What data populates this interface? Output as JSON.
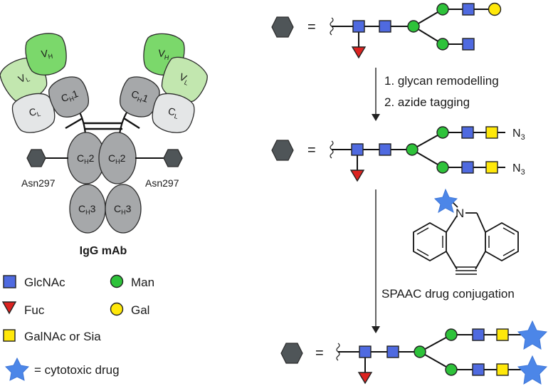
{
  "antibody": {
    "domains": {
      "vh": "VH",
      "vl": "VL",
      "ch1": "CH1",
      "cl": "CL",
      "ch2": "CH2",
      "ch3": "CH3"
    },
    "glycosite_label": "Asn297",
    "title": "IgG mAb"
  },
  "equals": "=",
  "steps": {
    "step1": "1. glycan remodelling",
    "step2": "2. azide tagging",
    "step3": "SPAAC drug conjugation"
  },
  "azide_label": "N3",
  "reagent": {
    "nitrogen_label": "N"
  },
  "legend": {
    "glcnac": "GlcNAc",
    "man": "Man",
    "fuc": "Fuc",
    "gal": "Gal",
    "galnac_sia": "GalNAc or Sia",
    "drug": "= cytotoxic drug"
  },
  "colors": {
    "hexagon": "#4f5558",
    "glcnac": "#4f6ae0",
    "man": "#2ec23a",
    "fuc": "#dc2320",
    "gal": "#ffe80a",
    "galnac_sia": "#ffe80a",
    "drug": "#4c86e8",
    "vh": "#7bd86b",
    "vl": "#c2e7af",
    "heavy_const": "#a6a8aa",
    "light_const": "#e4e6e7"
  }
}
